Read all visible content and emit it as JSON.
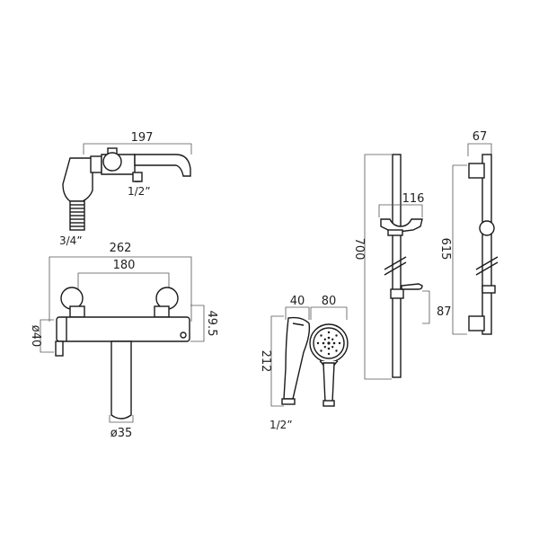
{
  "labels": {
    "spout_width": "197",
    "spout_inlet": "1/2ˮ",
    "hose_inlet": "3/4ˮ",
    "valve_width": "262",
    "valve_centres": "180",
    "valve_height": "49.5",
    "valve_diameter": "ø40",
    "spout_diameter": "ø35",
    "handset_width": "40",
    "handset_head": "80",
    "handset_length": "212",
    "handset_inlet": "1/2ˮ",
    "rail_length": "700",
    "rail_holder": "116",
    "rail_bracket": "87",
    "rail2_depth": "67",
    "rail2_centres": "615"
  }
}
